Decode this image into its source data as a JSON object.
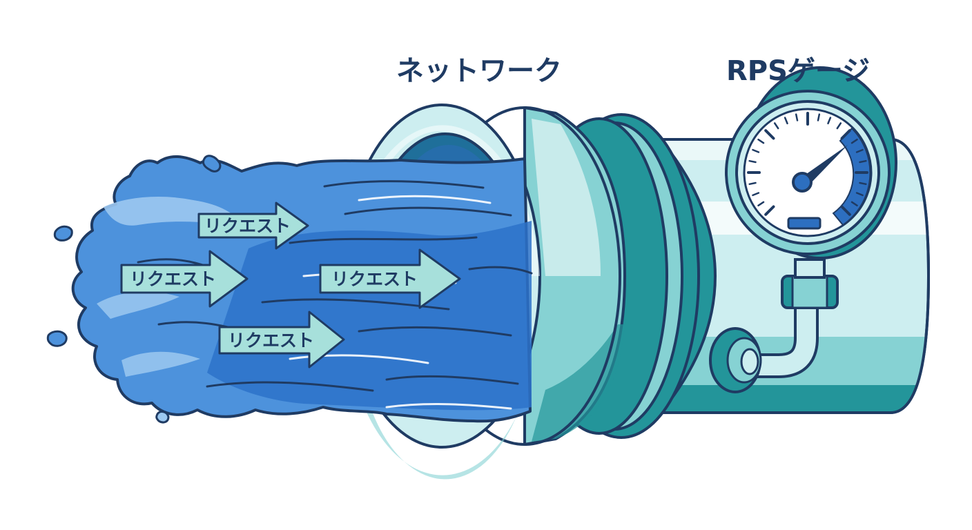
{
  "labels": {
    "network": "ネットワーク",
    "gauge": "RPSゲージ"
  },
  "arrows": [
    {
      "label": "リクエスト"
    },
    {
      "label": "リクエスト"
    },
    {
      "label": "リクエスト"
    },
    {
      "label": "リクエスト"
    }
  ],
  "colors": {
    "outline": "#1f3b63",
    "pipe_light": "#cdeef0",
    "pipe_mid": "#86d2d3",
    "pipe_dark": "#23959a",
    "water_dark": "#2d72c9",
    "water_mid": "#4d92dc",
    "water_light": "#9cc8f0",
    "arrow_fill": "#a7e0db",
    "gauge_blue": "#2d6fc0"
  }
}
